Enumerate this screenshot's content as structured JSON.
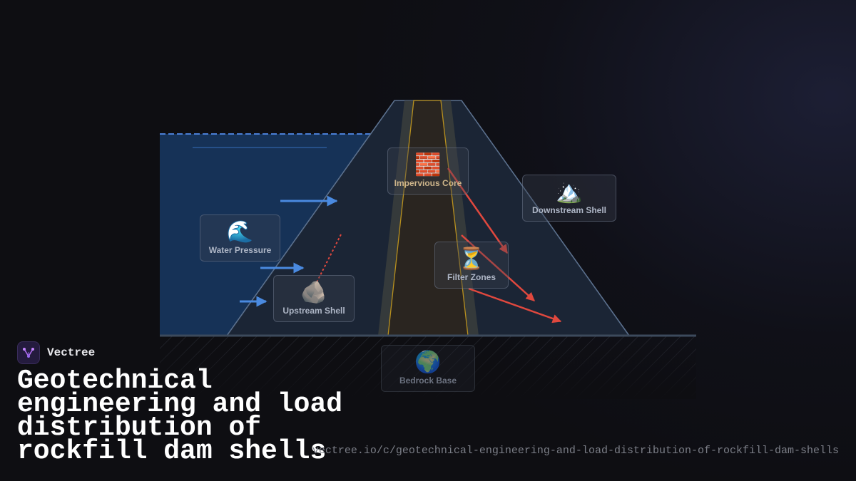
{
  "brand": {
    "name": "Vectree",
    "logo_icon": "tree-network-icon"
  },
  "title": "Geotechnical engineering and load distribution of rockfill dam shells",
  "url": "vectree.io/c/geotechnical-engineering-and-load-distribution-of-rockfill-dam-shells",
  "diagram": {
    "components": [
      {
        "id": "water-pressure",
        "icon": "🌊",
        "icon_name": "wave-icon",
        "label": "Water Pressure"
      },
      {
        "id": "impervious-core",
        "icon": "🧱",
        "icon_name": "brick-icon",
        "label": "Impervious Core"
      },
      {
        "id": "downstream-shell",
        "icon": "🏔️",
        "icon_name": "mountain-icon",
        "label": "Downstream Shell"
      },
      {
        "id": "filter-zones",
        "icon": "⏳",
        "icon_name": "hourglass-icon",
        "label": "Filter Zones"
      },
      {
        "id": "upstream-shell",
        "icon": "🪨",
        "icon_name": "rock-icon",
        "label": "Upstream Shell"
      },
      {
        "id": "bedrock-base",
        "icon": "🌍",
        "icon_name": "globe-icon",
        "label": "Bedrock Base"
      }
    ],
    "colors": {
      "water": "#163257",
      "water_line": "#4a7fd6",
      "dam_shell": "#1b2535",
      "dam_outline": "#5a6f8c",
      "core": "#2a2520",
      "core_outline": "#b8901e",
      "filter": "#3a3e3c",
      "water_arrow": "#4a8ae0",
      "load_arrow": "#e0483e",
      "ground_line": "#3c4a5c"
    }
  }
}
